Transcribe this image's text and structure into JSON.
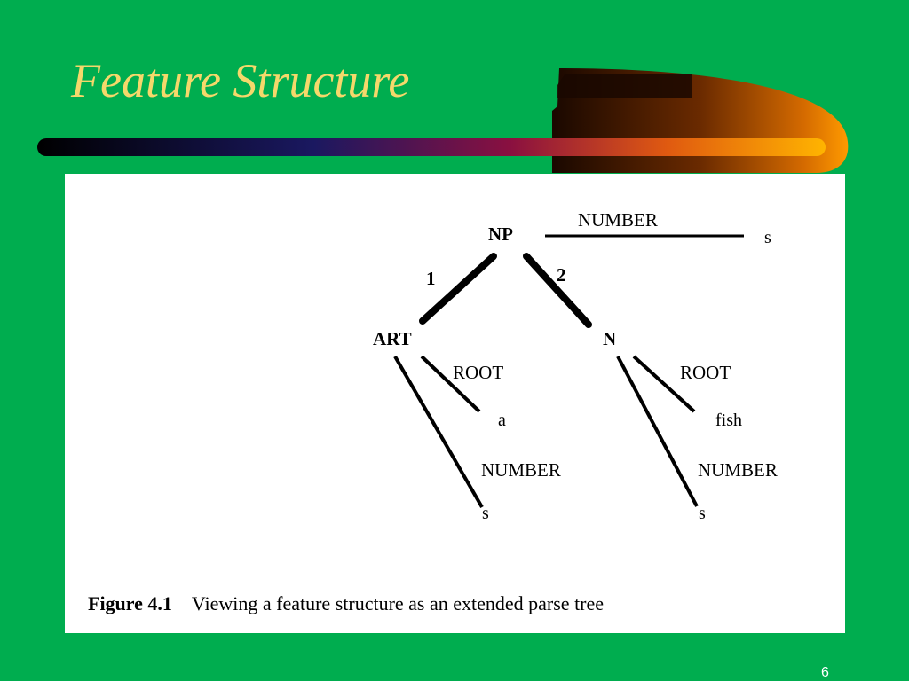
{
  "slide": {
    "title": "Feature Structure",
    "page_number": "6"
  },
  "colors": {
    "background": "#00ad4f",
    "title": "#f5d86b",
    "accent_orange": "#ff8c00",
    "accent_navy": "#101040"
  },
  "figure": {
    "nodes": {
      "np": "NP",
      "art": "ART",
      "n": "N"
    },
    "edge_labels": {
      "left": "1",
      "right": "2"
    },
    "features": {
      "np_number": "NUMBER",
      "np_number_value": "s",
      "art_root": "ROOT",
      "art_root_value": "a",
      "art_number": "NUMBER",
      "art_number_value": "s",
      "n_root": "ROOT",
      "n_root_value": "fish",
      "n_number": "NUMBER",
      "n_number_value": "s"
    },
    "caption": {
      "label": "Figure 4.1",
      "text": "Viewing a feature structure as an extended parse tree"
    }
  }
}
